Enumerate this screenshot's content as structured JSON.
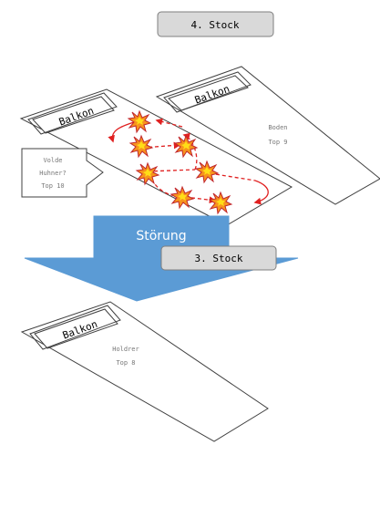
{
  "floors": {
    "upper_label": "4. Stock",
    "lower_label": "3. Stock"
  },
  "upper_floor": {
    "left_unit": {
      "balcony": "Balkon"
    },
    "right_unit": {
      "balcony": "Balkon",
      "name_line1": "Boden",
      "name_line2": "Top 9"
    }
  },
  "callout": {
    "line1": "Volde",
    "line2": "Huhner?",
    "line3": "Top 10"
  },
  "disturbance": {
    "label": "Störung"
  },
  "lower_floor": {
    "unit": {
      "balcony": "Balkon",
      "name_line1": "Holdrer",
      "name_line2": "Top 8"
    }
  },
  "colors": {
    "arrow_fill": "#5b9bd5",
    "floor_label_fill": "#d9d9d9",
    "path_red": "#e02020",
    "burst_orange": "#f7941d",
    "burst_yellow": "#ffde17"
  },
  "icons": {
    "burst": "explosion-burst-icon",
    "callout": "callout-arrow-box"
  }
}
